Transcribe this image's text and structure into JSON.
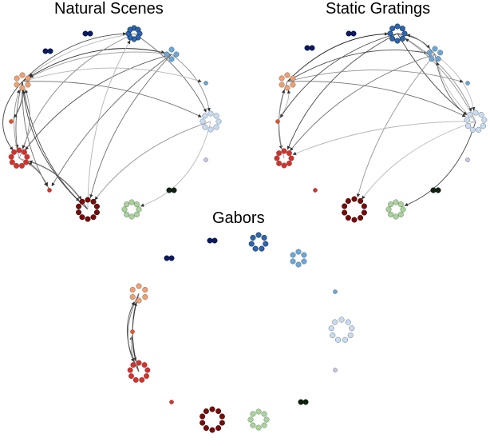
{
  "panels": [
    {
      "id": "natural",
      "title": "Natural Scenes"
    },
    {
      "id": "static",
      "title": "Static Gratings"
    },
    {
      "id": "gabors",
      "title": "Gabors"
    }
  ],
  "palette": {
    "navy": "#0a1a66",
    "blue": "#2b66b0",
    "light_blue": "#6aa7d8",
    "pale_blue": "#c7dcf2",
    "lavender": "#c9c3ea",
    "dark_green": "#0e2410",
    "light_green": "#a8d49a",
    "dark_red": "#7a0a0a",
    "red": "#d7302a",
    "orange_red": "#e8502a",
    "salmon": "#f0a070",
    "edge": "#333333"
  }
}
